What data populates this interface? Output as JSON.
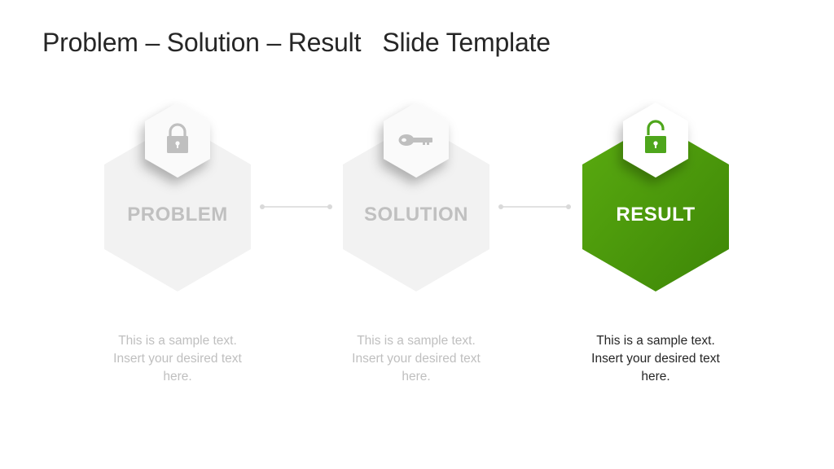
{
  "slide": {
    "title": "Problem – Solution – Result   Slide Template"
  },
  "steps": [
    {
      "label": "PROBLEM",
      "icon": "lock-icon",
      "description": [
        "This is a sample text.",
        "Insert your desired text",
        "here."
      ],
      "active": false
    },
    {
      "label": "SOLUTION",
      "icon": "key-icon",
      "description": [
        "This is a sample text.",
        "Insert your desired text",
        "here."
      ],
      "active": false
    },
    {
      "label": "RESULT",
      "icon": "unlock-icon",
      "description": [
        "This is a sample text.",
        "Insert your desired text",
        "here."
      ],
      "active": true
    }
  ],
  "colors": {
    "inactive_hex": "#f2f2f2",
    "inactive_text": "#c0c0c0",
    "inactive_icon": "#bfbfbf",
    "active_hex_light": "#57a80f",
    "active_hex_dark": "#3f8a08",
    "active_text": "#ffffff",
    "active_icon": "#4ea61c",
    "active_desc": "#262626",
    "inactive_desc": "#bfbfbf",
    "connector": "#d9d9d9"
  }
}
